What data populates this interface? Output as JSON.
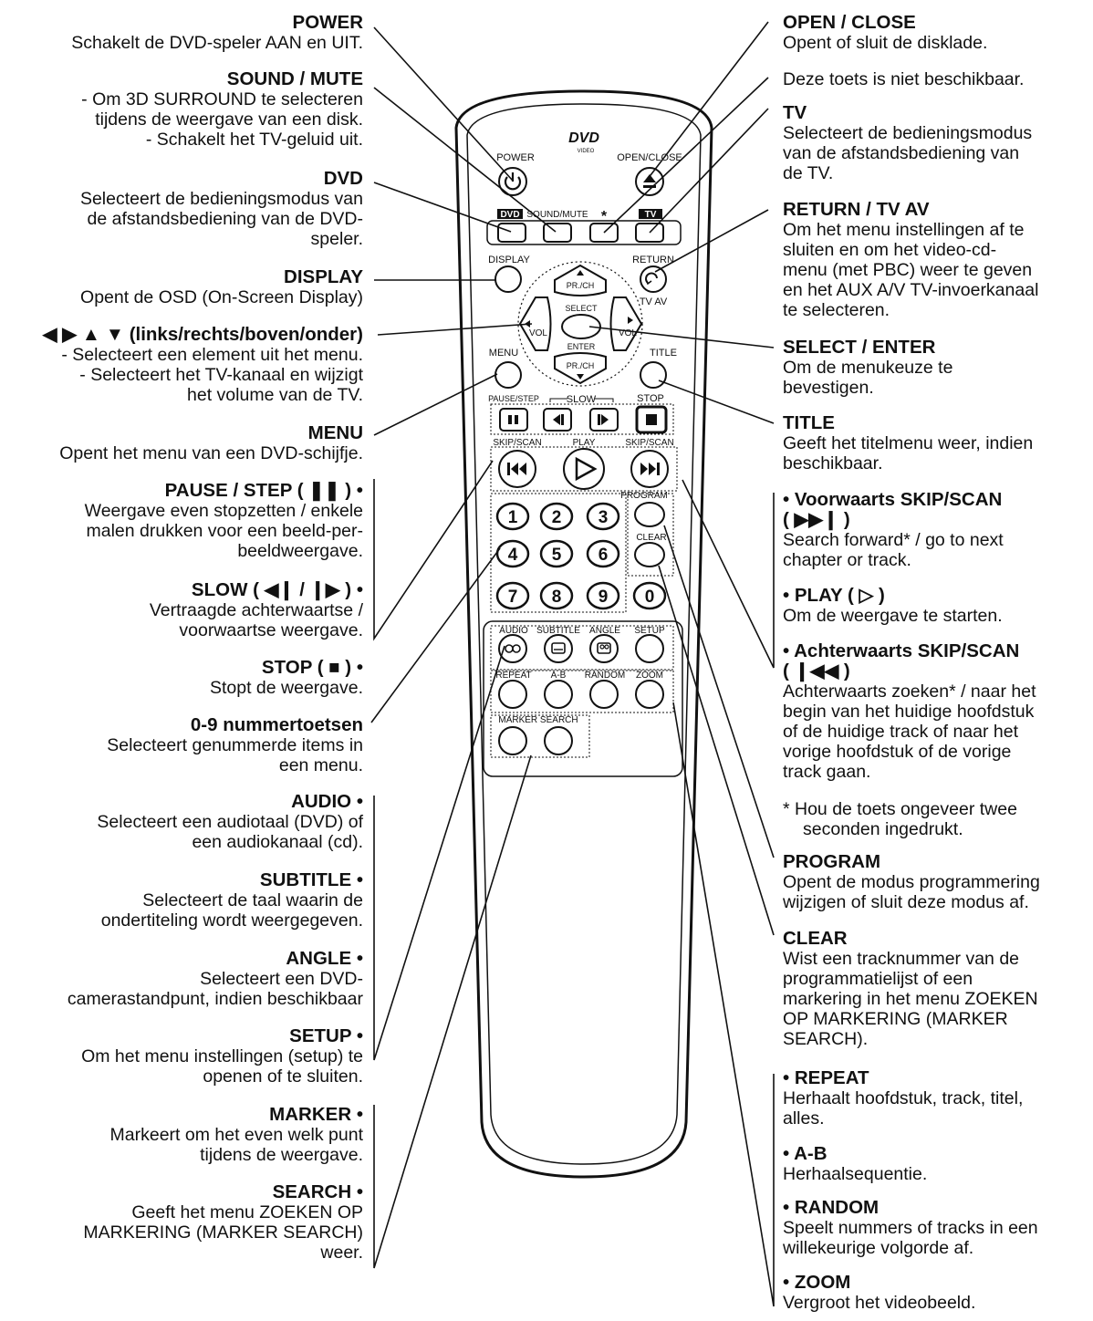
{
  "left": [
    {
      "id": "power",
      "head": "POWER",
      "text": "Schakelt de DVD-speler AAN en UIT."
    },
    {
      "id": "sound-mute",
      "head": "SOUND / MUTE",
      "text": "- Om 3D SURROUND te selecteren\ntijdens de weergave van een disk.\n- Schakelt het TV-geluid uit."
    },
    {
      "id": "dvd",
      "head": "DVD",
      "text": "Selecteert de bedieningsmodus van\nde afstandsbediening van de DVD-\nspeler."
    },
    {
      "id": "display",
      "head": "DISPLAY",
      "text": "Opent de OSD (On-Screen Display)"
    },
    {
      "id": "arrows",
      "head": "◀ ▶ ▲ ▼ (links/rechts/boven/onder)",
      "text": "- Selecteert een element uit het menu.\n- Selecteert het TV-kanaal en wijzigt\nhet volume van de TV."
    },
    {
      "id": "menu",
      "head": "MENU",
      "text": "Opent het menu van een DVD-schijfje."
    },
    {
      "id": "pause-step",
      "head": "PAUSE / STEP ( ❚❚ ) •",
      "text": "Weergave even stopzetten / enkele\nmalen drukken voor een beeld-per-\nbeeldweergave."
    },
    {
      "id": "slow",
      "head": "SLOW  ( ◀❙ / ❙▶ ) •",
      "text": "Vertraagde achterwaartse /\nvoorwaartse weergave."
    },
    {
      "id": "stop",
      "head": "STOP ( ■ ) •",
      "text": "Stopt de weergave."
    },
    {
      "id": "numbers",
      "head": "0-9 nummertoetsen",
      "text": "Selecteert genummerde items in\neen menu."
    },
    {
      "id": "audio",
      "head": "AUDIO •",
      "text": "Selecteert een audiotaal (DVD) of\neen audiokanaal (cd)."
    },
    {
      "id": "subtitle",
      "head": "SUBTITLE •",
      "text": "Selecteert de taal waarin de\nondertiteling wordt weergegeven."
    },
    {
      "id": "angle",
      "head": "ANGLE •",
      "text": "Selecteert een DVD-\ncamerastandpunt, indien beschikbaar"
    },
    {
      "id": "setup",
      "head": "SETUP •",
      "text": "Om het menu instellingen (setup) te\nopenen of te sluiten."
    },
    {
      "id": "marker",
      "head": "MARKER •",
      "text": "Markeert om het even welk punt\ntijdens de weergave."
    },
    {
      "id": "search",
      "head": "SEARCH •",
      "text": "Geeft het menu ZOEKEN OP\nMARKERING (MARKER SEARCH)\nweer."
    }
  ],
  "right": [
    {
      "id": "open-close",
      "head": "OPEN / CLOSE",
      "text": "Opent of sluit de disklade."
    },
    {
      "id": "star",
      "head": "",
      "text": "Deze toets is niet beschikbaar."
    },
    {
      "id": "tv",
      "head": "TV",
      "text": "Selecteert de bedieningsmodus\nvan de afstandsbediening van\nde TV."
    },
    {
      "id": "return-tvav",
      "head": "RETURN / TV AV",
      "text": "Om het menu instellingen af te\nsluiten en om het video-cd-\nmenu (met PBC) weer te geven\nen het AUX A/V TV-invoerkanaal\nte selecteren."
    },
    {
      "id": "select-enter",
      "head": "SELECT / ENTER",
      "text": "Om de menukeuze te\nbevestigen."
    },
    {
      "id": "title",
      "head": "TITLE",
      "text": "Geeft het titelmenu weer, indien\nbeschikbaar."
    },
    {
      "id": "skip-fwd",
      "head": "• Voorwaarts SKIP/SCAN\n  ( ▶▶❙ )",
      "text": "Search forward* / go to next\nchapter or track."
    },
    {
      "id": "play",
      "head": "• PLAY ( ▷ )",
      "text": "Om de weergave te starten."
    },
    {
      "id": "skip-back",
      "head": "• Achterwaarts SKIP/SCAN\n  ( ❙◀◀ )",
      "text": "Achterwaarts zoeken* / naar het\nbegin van het huidige hoofdstuk\nof de huidige track of naar het\nvorige hoofdstuk of de vorige\ntrack gaan."
    },
    {
      "id": "note",
      "head": "",
      "note": "*  Hou de toets ongeveer twee\nseconden ingedrukt."
    },
    {
      "id": "program",
      "head": "PROGRAM",
      "text": "Opent de modus programmering\nwijzigen of sluit deze modus af."
    },
    {
      "id": "clear",
      "head": "CLEAR",
      "text": "Wist een tracknummer van de\nprogrammatielijst of een\nmarkering in het menu ZOEKEN\nOP MARKERING (MARKER\nSEARCH)."
    },
    {
      "id": "repeat",
      "head": "• REPEAT",
      "text": "Herhaalt hoofdstuk, track, titel,\nalles."
    },
    {
      "id": "a-b",
      "head": "• A-B",
      "text": "Herhaalsequentie."
    },
    {
      "id": "random",
      "head": "• RANDOM",
      "text": "Speelt nummers of tracks in een\nwillekeurige volgorde af."
    },
    {
      "id": "zoom",
      "head": "• ZOOM",
      "text": "Vergroot het videobeeld."
    }
  ],
  "remote": {
    "logo": "DVD",
    "logo_sub": "VIDEO",
    "power": "POWER",
    "open_close": "OPEN/CLOSE",
    "dvd": "DVD",
    "sound_mute": "SOUND/MUTE",
    "star": "*",
    "tv": "TV",
    "display": "DISPLAY",
    "return": "RETURN",
    "tv_av": "TV AV",
    "pr_ch_up": "PR./CH",
    "pr_ch_down": "PR./CH",
    "vol_left": "VOL",
    "vol_right": "VOL",
    "select": "SELECT",
    "enter": "ENTER",
    "menu": "MENU",
    "title": "TITLE",
    "pause_step": "PAUSE/STEP",
    "slow": "SLOW",
    "stop": "STOP",
    "skip_scan_left": "SKIP/SCAN",
    "play": "PLAY",
    "skip_scan_right": "SKIP/SCAN",
    "program": "PROGRAM",
    "clear": "CLEAR",
    "numbers": [
      "1",
      "2",
      "3",
      "4",
      "5",
      "6",
      "7",
      "8",
      "9",
      "0"
    ],
    "audio": "AUDIO",
    "subtitle": "SUBTITLE",
    "angle": "ANGLE",
    "setup": "SETUP",
    "repeat": "REPEAT",
    "a_b": "A-B",
    "random": "RANDOM",
    "zoom": "ZOOM",
    "marker_search": "MARKER SEARCH"
  }
}
